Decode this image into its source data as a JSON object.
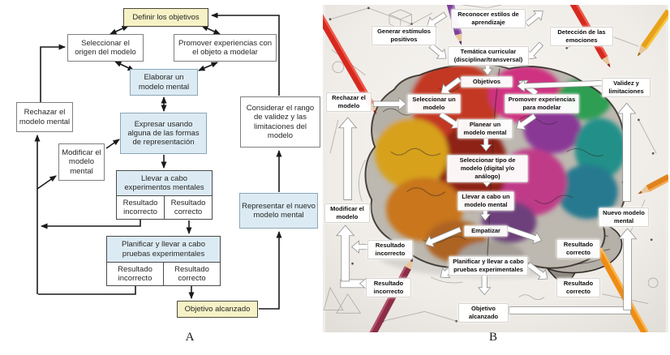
{
  "captions": {
    "a": "A",
    "b": "B"
  },
  "colors": {
    "panel_a_goal_box": "#f6f2c6",
    "panel_a_process_box": "#dcebf3",
    "panel_a_plain_box": "#ffffff",
    "panel_a_line": "#1a1a1a",
    "panel_b_label_bg": "#ffffff",
    "panel_b_block_arrow": "#ffffff"
  },
  "panel_a": {
    "definir": "Definir los objetivos",
    "seleccionar": "Seleccionar el origen del modelo",
    "promover": "Promover experiencias con el objeto a modelar",
    "elaborar": "Elaborar un modelo mental",
    "rechazar": "Rechazar el modelo mental",
    "expresar": "Expresar usando alguna de las formas de representación",
    "considerar": "Considerar el rango de validez y las limitaciones del modelo",
    "modificar": "Modificar el modelo mental",
    "experimentos_header": "Llevar a cabo experimentos mentales",
    "experimentos_cells": [
      "Resultado incorrecto",
      "Resultado correcto"
    ],
    "representar": "Representar el nuevo modelo mental",
    "pruebas_header": "Planificar y llevar a cabo pruebas experimentales",
    "pruebas_cells": [
      "Resultado incorrecto",
      "Resultado correcto"
    ],
    "objetivo": "Objetivo alcanzado"
  },
  "panel_b": {
    "generar": "Generar estímulos positivos",
    "reconocer": "Reconocer estilos de aprendizaje",
    "deteccion": "Detección de las emociones",
    "tematica": "Temática curricular (disciplinar/transversal)",
    "objetivos": "Objetivos",
    "validez": "Validez y limitaciones",
    "rechazar": "Rechazar el modelo",
    "seleccionar": "Seleccionar un modelo",
    "promover": "Promover experiencias para modelar",
    "planear": "Planear un modelo mental",
    "tipo_modelo": "Seleccionar tipo de modelo (digital y/o análogo)",
    "llevar": "Llevar a cabo un modelo mental",
    "empatizar": "Empatizar",
    "modificar": "Modificar el modelo",
    "nuevo": "Nuevo modelo mental",
    "resultado_incorrecto_1": "Resultado incorrecto",
    "resultado_correcto_1": "Resultado correcto",
    "planificar": "Planificar y llevar a cabo pruebas experimentales",
    "resultado_incorrecto_2": "Resultado incorrecto",
    "resultado_correcto_2": "Resultado correcto",
    "objetivo": "Objetivo alcanzado"
  }
}
